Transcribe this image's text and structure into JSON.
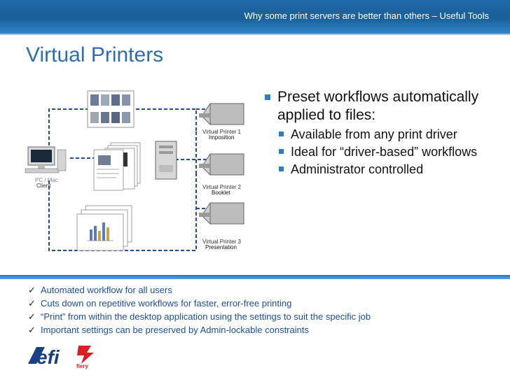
{
  "header": {
    "title": "Why some print servers are better than others – Useful Tools"
  },
  "slide": {
    "title": "Virtual Printers"
  },
  "diagram": {
    "client_label_1": "PC / Mac",
    "client_label_2": "Client",
    "printers": [
      {
        "name": "Virtual Printer 1",
        "workflow": "Imposition"
      },
      {
        "name": "Virtual Printer 2",
        "workflow": "Booklet"
      },
      {
        "name": "Virtual Printer 3",
        "workflow": "Presentation"
      }
    ]
  },
  "bullets": {
    "main": "Preset workflows automatically applied to files:",
    "sub": [
      "Available from any print driver",
      "Ideal for “driver-based” workflows",
      "Administrator controlled"
    ]
  },
  "checklist": [
    "Automated workflow for all users",
    "Cuts down on repetitive workflows for faster, error-free printing",
    "“Print” from within the desktop application using the settings to suit the specific job",
    "Important settings can be preserved by Admin-lockable constraints"
  ],
  "logos": {
    "efi_text": "efi",
    "fiery_text": "fiery"
  },
  "colors": {
    "header_blue": "#1e6aa8",
    "title_blue": "#2c6fb0",
    "check_text": "#1a4f9a",
    "dash_line": "#1f4f9a",
    "logo_red": "#d71f27"
  }
}
